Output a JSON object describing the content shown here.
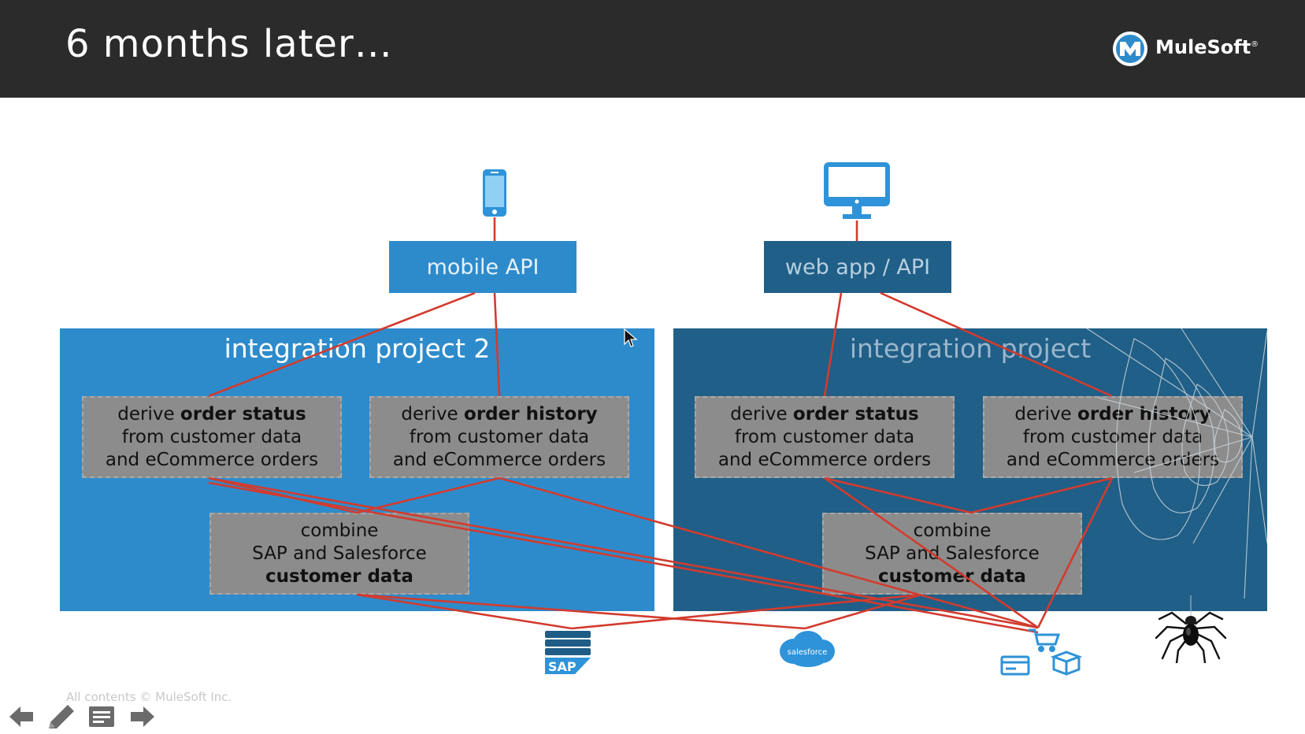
{
  "slide": {
    "title": "6 months later…",
    "brand": "MuleSoft",
    "brand_mark": "®",
    "footer": "All contents © MuleSoft Inc."
  },
  "apis": {
    "mobile": "mobile API",
    "web": "web app / API"
  },
  "projects": {
    "left_title": "integration project 2",
    "right_title": "integration project"
  },
  "tasks": {
    "derive_prefix": "derive ",
    "order_status": "order status",
    "order_history": "order history",
    "line2": "from customer data",
    "line3": "and eCommerce orders",
    "combine": "combine",
    "combine_line2": "SAP and Salesforce",
    "combine_line3": "customer data"
  },
  "systems": {
    "sap": "SAP",
    "salesforce": "salesforce"
  },
  "icons": {
    "device_top_left": "smartphone-icon",
    "device_top_right": "monitor-icon",
    "system_1": "sap-server-icon",
    "system_2": "salesforce-cloud-icon",
    "system_3": "ecommerce-icon",
    "decor_1": "spiderweb-icon",
    "decor_2": "spider-icon",
    "nav": [
      "arrow-left-icon",
      "pencil-icon",
      "notes-icon",
      "arrow-right-icon"
    ]
  },
  "colors": {
    "header_bg": "#2b2b2b",
    "project2_bg": "#2e8bcb",
    "project1_bg": "#205f87",
    "mobile_api_bg": "#2e8bcb",
    "web_api_bg": "#205f87",
    "task_bg": "#8c8c8c",
    "connector": "#d23b2e",
    "icon_blue": "#2e93d8"
  }
}
